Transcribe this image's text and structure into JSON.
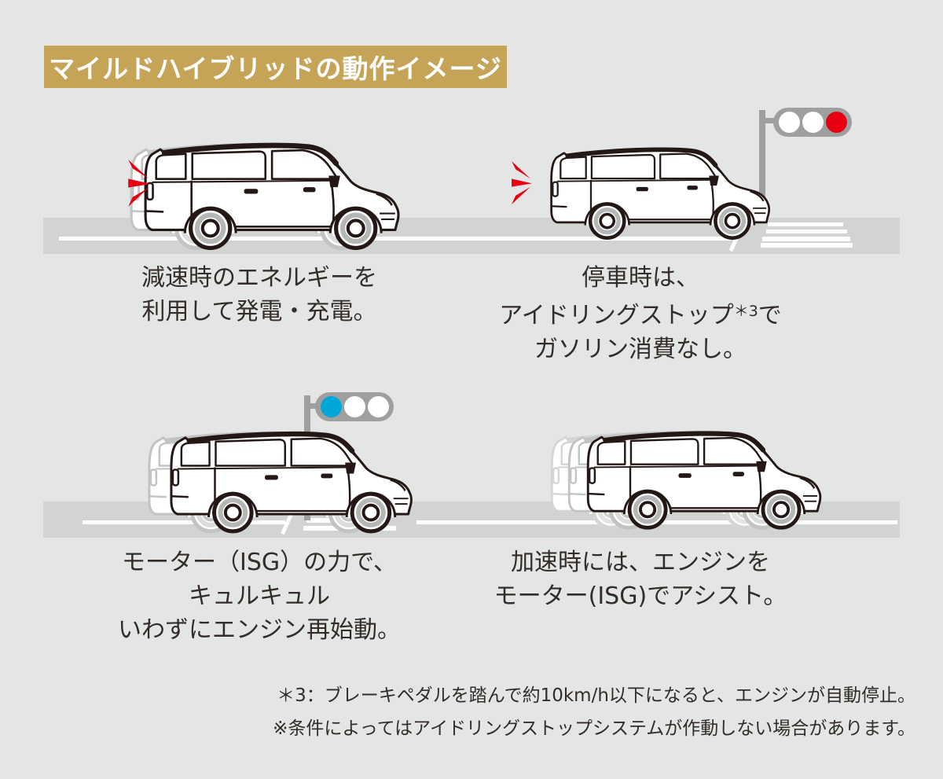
{
  "title": {
    "label": "マイルドハイブリッドの動作イメージ"
  },
  "colors": {
    "background": "#E3E6E4",
    "banner_gold": "#C5A458",
    "text": "#332C29",
    "road_gray": "#D2D4D4",
    "signal_housing_gray": "#9EA0A0",
    "signal_red": "#E60012",
    "signal_blue": "#00A7D8",
    "car_outline": "#231815",
    "ghost_gray": "#C2C3C3"
  },
  "panels": [
    {
      "id": "deceleration",
      "lines": [
        "減速時のエネルギーを",
        "利用して発電・充電。"
      ],
      "icons": [
        "regen-spark-icon"
      ],
      "signal": null
    },
    {
      "id": "idling-stop",
      "line1": "停車時は、",
      "line2_pre": "アイドリングストップ",
      "line2_sup": "＊3",
      "line2_post": "で",
      "line3": "ガソリン消費なし。",
      "icons": [
        "regen-spark-icon"
      ],
      "signal": {
        "state": "red",
        "lamps": [
          "white",
          "white",
          "red"
        ]
      }
    },
    {
      "id": "engine-restart",
      "lines": [
        "モーター（ISG）の力で、",
        "キュルキュル",
        "いわずにエンジン再始動。"
      ],
      "icons": [],
      "signal": {
        "state": "green",
        "lamps": [
          "blue",
          "white",
          "white"
        ]
      }
    },
    {
      "id": "acceleration",
      "lines": [
        "加速時には、エンジンを",
        "モーター(ISG)でアシスト。"
      ],
      "icons": [],
      "signal": null
    }
  ],
  "footnotes": [
    "＊3：ブレーキペダルを踏んで約10km/h以下になると、エンジンが自動停止。",
    "※条件によってはアイドリングストップシステムが作動しない場合があります。"
  ]
}
